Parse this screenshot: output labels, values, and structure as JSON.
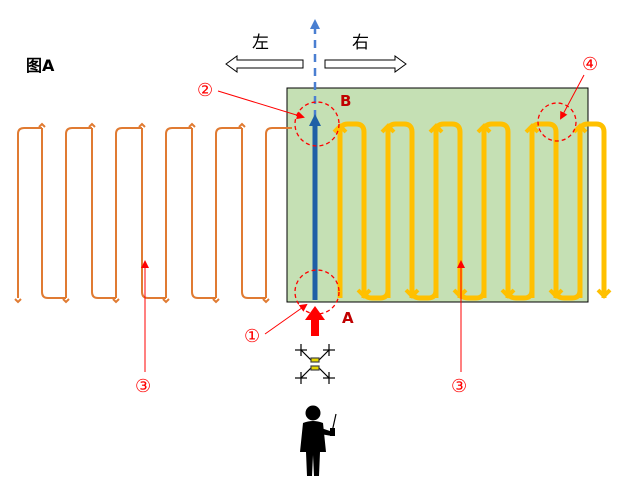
{
  "figure": {
    "title": "图A",
    "direction_left": "左",
    "direction_right": "右",
    "point_a": "A",
    "point_b": "B",
    "callout_1": "①",
    "callout_2": "②",
    "callout_3_left": "③",
    "callout_3_right": "③",
    "callout_4": "④"
  },
  "colors": {
    "field": "#c5e0b4",
    "field_border": "#000000",
    "left_path": "#e07b32",
    "right_path": "#ffc000",
    "center_line": "#1f5fa6",
    "center_extension": "#4a7fd1",
    "callout": "#ff0000",
    "operator": "#000000"
  },
  "icons": {
    "drone": "drone-icon",
    "operator": "operator-icon"
  }
}
